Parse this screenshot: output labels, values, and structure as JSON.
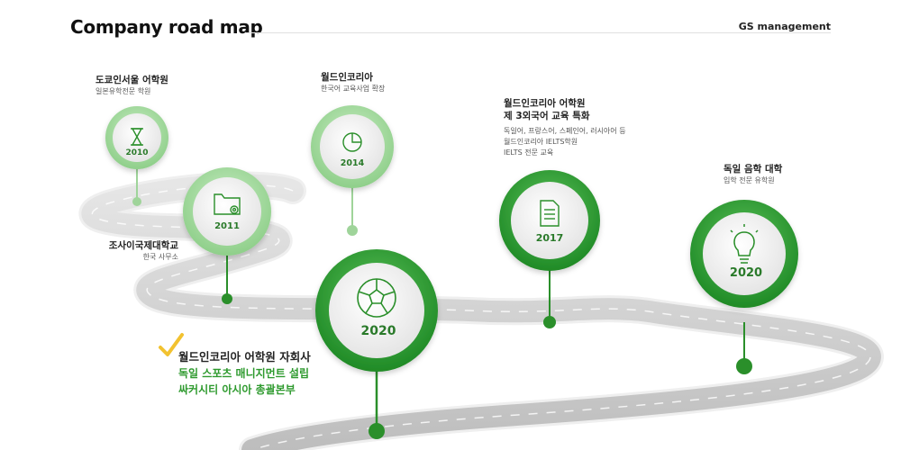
{
  "header": {
    "title": "Company road map",
    "brand": "GS management"
  },
  "milestones": [
    {
      "year": "2010",
      "icon": "hourglass-icon",
      "title": "도쿄인서울 어학원",
      "sub": [
        "일본유학전문 학원"
      ]
    },
    {
      "year": "2011",
      "icon": "folder-gear-icon",
      "title": "조사이국제대학교",
      "sub": [
        "한국 사무소"
      ]
    },
    {
      "year": "2014",
      "icon": "pie-chart-icon",
      "title": "월드인코리아",
      "sub": [
        "한국어 교육사업 확장"
      ]
    },
    {
      "year": "2020",
      "icon": "soccer-ball-icon",
      "title": "월드인코리아 어학원 자회사",
      "sub": [
        "독일 스포츠 매니지먼트 설립",
        "싸커시티 아시아 총괄본부"
      ]
    },
    {
      "year": "2017",
      "icon": "document-icon",
      "title": "월드인코리아 어학원",
      "title2": "제 3외국어 교육 특화",
      "sub": [
        "독일어, 프랑스어, 스페인어, 러시아어 등",
        "월드인코리아 IELTS학원",
        "IELTS 전문 교육"
      ]
    },
    {
      "year": "2020",
      "icon": "lightbulb-icon",
      "title": "독일 음학 대학",
      "sub": [
        "입학 전문 유학원"
      ]
    }
  ],
  "colors": {
    "green_dark": "#2a8f2a",
    "green_light": "#9fd49a",
    "road": "#cfcfcf",
    "check": "#f2c230"
  }
}
